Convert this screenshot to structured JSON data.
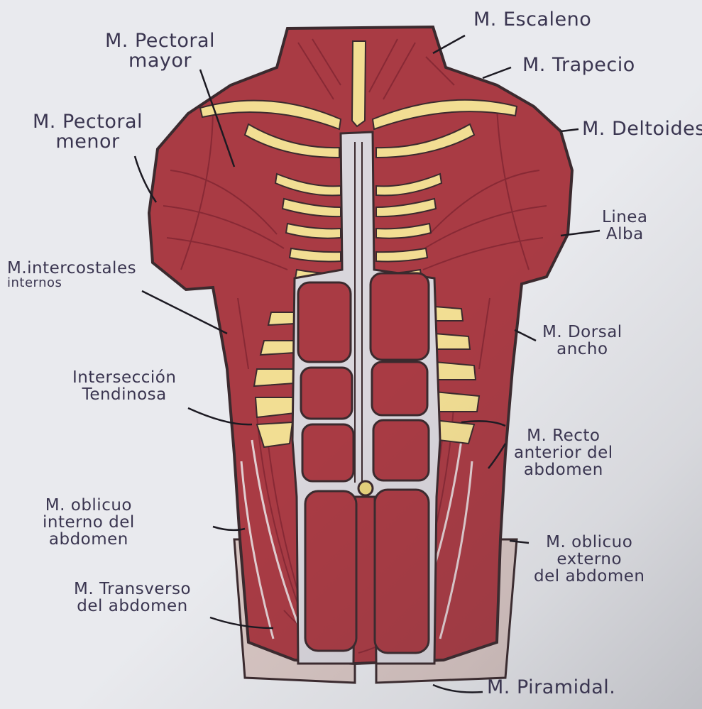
{
  "colors": {
    "paper": "#e9eaee",
    "muscle": "#a93b44",
    "muscle_dark": "#8e2c35",
    "bone": "#f2de93",
    "sheath": "#d9d6dc",
    "outline": "#3b2a2e",
    "skin": "#d8c6c3",
    "ink": "#3a3550"
  },
  "labels": {
    "escaleno": "M. Escaleno",
    "trapecio": "M. Trapecio",
    "pectoral_mayor": [
      "M. Pectoral",
      "mayor"
    ],
    "pectoral_menor": [
      "M. Pectoral",
      "menor"
    ],
    "deltoides": "M. Deltoides",
    "linea_alba": [
      "Linea",
      "Alba"
    ],
    "intercostales": [
      "M.intercostales",
      "internos"
    ],
    "dorsal": [
      "M. Dorsal",
      "ancho"
    ],
    "interseccion": [
      "Intersección",
      "Tendinosa"
    ],
    "recto": [
      "M. Recto",
      "anterior del",
      "abdomen"
    ],
    "oblicuo_interno": [
      "M. oblicuo",
      "interno del",
      "abdomen"
    ],
    "oblicuo_externo": [
      "M. oblicuo",
      "externo",
      "del abdomen"
    ],
    "transverso": [
      "M. Transverso",
      "del abdomen"
    ],
    "piramidal": "M. Piramidal."
  }
}
